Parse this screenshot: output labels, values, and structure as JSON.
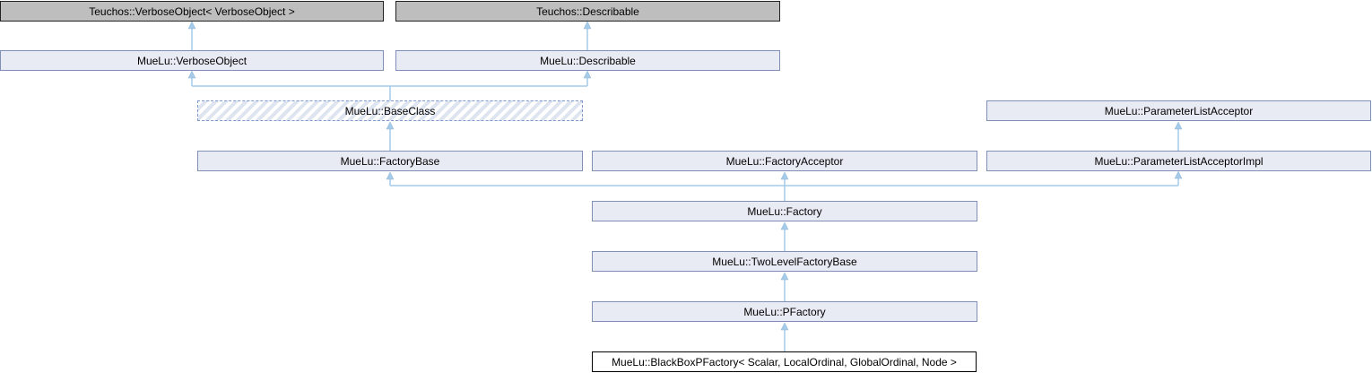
{
  "diagram": {
    "type": "class-inheritance-graph",
    "current_class": "MueLu::BlackBoxPFactory< Scalar, LocalOrdinal, GlobalOrdinal, Node >",
    "nodes": {
      "teuchos_verbose_object": {
        "label": "Teuchos::VerboseObject< VerboseObject >",
        "style": "external"
      },
      "teuchos_describable": {
        "label": "Teuchos::Describable",
        "style": "external"
      },
      "muelu_verbose_object": {
        "label": "MueLu::VerboseObject",
        "style": "normal"
      },
      "muelu_describable": {
        "label": "MueLu::Describable",
        "style": "normal"
      },
      "muelu_base_class": {
        "label": "MueLu::BaseClass",
        "style": "truncated"
      },
      "muelu_parameter_list_acceptor": {
        "label": "MueLu::ParameterListAcceptor",
        "style": "normal"
      },
      "muelu_factory_base": {
        "label": "MueLu::FactoryBase",
        "style": "normal"
      },
      "muelu_factory_acceptor": {
        "label": "MueLu::FactoryAcceptor",
        "style": "normal"
      },
      "muelu_parameter_list_acceptor_impl": {
        "label": "MueLu::ParameterListAcceptorImpl",
        "style": "normal"
      },
      "muelu_factory": {
        "label": "MueLu::Factory",
        "style": "normal"
      },
      "muelu_two_level_factory_base": {
        "label": "MueLu::TwoLevelFactoryBase",
        "style": "normal"
      },
      "muelu_pfactory": {
        "label": "MueLu::PFactory",
        "style": "normal"
      },
      "muelu_black_box_pfactory": {
        "label": "MueLu::BlackBoxPFactory< Scalar, LocalOrdinal, GlobalOrdinal, Node >",
        "style": "current"
      }
    },
    "edges": [
      {
        "from": "muelu_verbose_object",
        "to": "teuchos_verbose_object"
      },
      {
        "from": "muelu_describable",
        "to": "teuchos_describable"
      },
      {
        "from": "muelu_base_class",
        "to": "muelu_verbose_object"
      },
      {
        "from": "muelu_base_class",
        "to": "muelu_describable"
      },
      {
        "from": "muelu_factory_base",
        "to": "muelu_base_class"
      },
      {
        "from": "muelu_parameter_list_acceptor_impl",
        "to": "muelu_parameter_list_acceptor"
      },
      {
        "from": "muelu_factory",
        "to": "muelu_factory_base"
      },
      {
        "from": "muelu_factory",
        "to": "muelu_factory_acceptor"
      },
      {
        "from": "muelu_factory",
        "to": "muelu_parameter_list_acceptor_impl"
      },
      {
        "from": "muelu_two_level_factory_base",
        "to": "muelu_factory"
      },
      {
        "from": "muelu_pfactory",
        "to": "muelu_two_level_factory_base"
      },
      {
        "from": "muelu_black_box_pfactory",
        "to": "muelu_pfactory"
      }
    ],
    "colors": {
      "node_fill": "#e8ebf4",
      "node_border": "#8091b5",
      "external_fill": "#bebebe",
      "external_border": "#222222",
      "truncated_border": "#7e99cc",
      "truncated_hatch": "#dfe4f1",
      "current_fill": "#ffffff",
      "current_border": "#000000",
      "edge": "#a5cbe8",
      "text": "#000000",
      "background": "#ffffff"
    }
  }
}
